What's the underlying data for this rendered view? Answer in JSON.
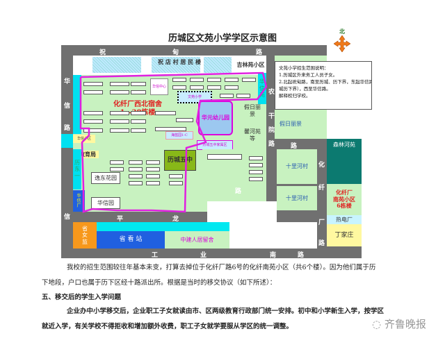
{
  "title": "历城区文苑小学学区示意图",
  "compass": {
    "label": "北",
    "icon": "compass-arrow-icon",
    "color": "#f07a1a"
  },
  "legend": {
    "heading": "文苑小学招生范围说明：",
    "lines": [
      "1.历城区外来务工人员子女。",
      "2.北起祝甸路，南至历城、历下界，东起华信路（历",
      "城历下界），西至华信路。",
      "解释权归学校。"
    ]
  },
  "roads": {
    "top": [
      "祝",
      "甸",
      "路"
    ],
    "left": [
      "华",
      "信",
      "路",
      "信"
    ],
    "right_v": [
      "农",
      "干",
      "院",
      "路"
    ],
    "mid_h": "路",
    "ping": [
      "平",
      "龙",
      "路"
    ],
    "bottom": [
      "工",
      "业",
      "南",
      "路"
    ],
    "hx": [
      "化",
      "纤",
      "厂",
      "路"
    ],
    "lower_mid": "路"
  },
  "places": {
    "zhudian": "祝 店 村 居 民 楼",
    "jilin": "吉林苑小区",
    "hxnorth": "化纤厂西北宿舍",
    "hxnorth2": "1—38栋楼",
    "kindergarten": "华元幼儿园",
    "jiari1": "假日丽景",
    "xinhe": "馨河苑等",
    "jiari2": "假日丽景",
    "school": "文苑小学",
    "wuzhong": "历城五中",
    "jiaoyu": "教育局",
    "yidong": "逸东花园",
    "huaxin": "华信园",
    "shili1": "十里河村",
    "shili2": "十里河村",
    "senlin": "森林河苑",
    "nanyuan": [
      "化纤厂",
      "南苑小区",
      "6栋楼"
    ],
    "redian": "热电厂",
    "dingjia": "丁家庄",
    "nvjian": [
      "省",
      "女",
      "监"
    ],
    "kanshou": "省 看 站",
    "zhongjian": "中建人居留舍",
    "cyanleft": [
      "历",
      "东",
      "一"
    ],
    "blueleft": [
      "华",
      "信",
      "厂"
    ],
    "cyanright": [
      "华",
      "信",
      "苑"
    ],
    "small1": "华信中心",
    "small2": "华信小区",
    "small3": "海蓝园1-C",
    "small4": "历城五中家属区"
  },
  "paragraphs": [
    "我校的招生范围较往年基本未变，打算去掉位于化纤厂路6号的化纤南苑小区（共6个楼）。因为他们属于历",
    "下地段，户口也属于历下区经十路派出所。根据是当时的移交协议（如下所述）：",
    "五、移交后的学生入学问题",
    "企业办中小学移交后，企业职工子女就读由市、区两级教育行政部门统一安排。初中和小学新生入学，按学区",
    "就近入学，有关学校不得拒收和增加额外收费，职工子女就学要服从学区的统一调整。"
  ],
  "watermark": "齐鲁晚报"
}
